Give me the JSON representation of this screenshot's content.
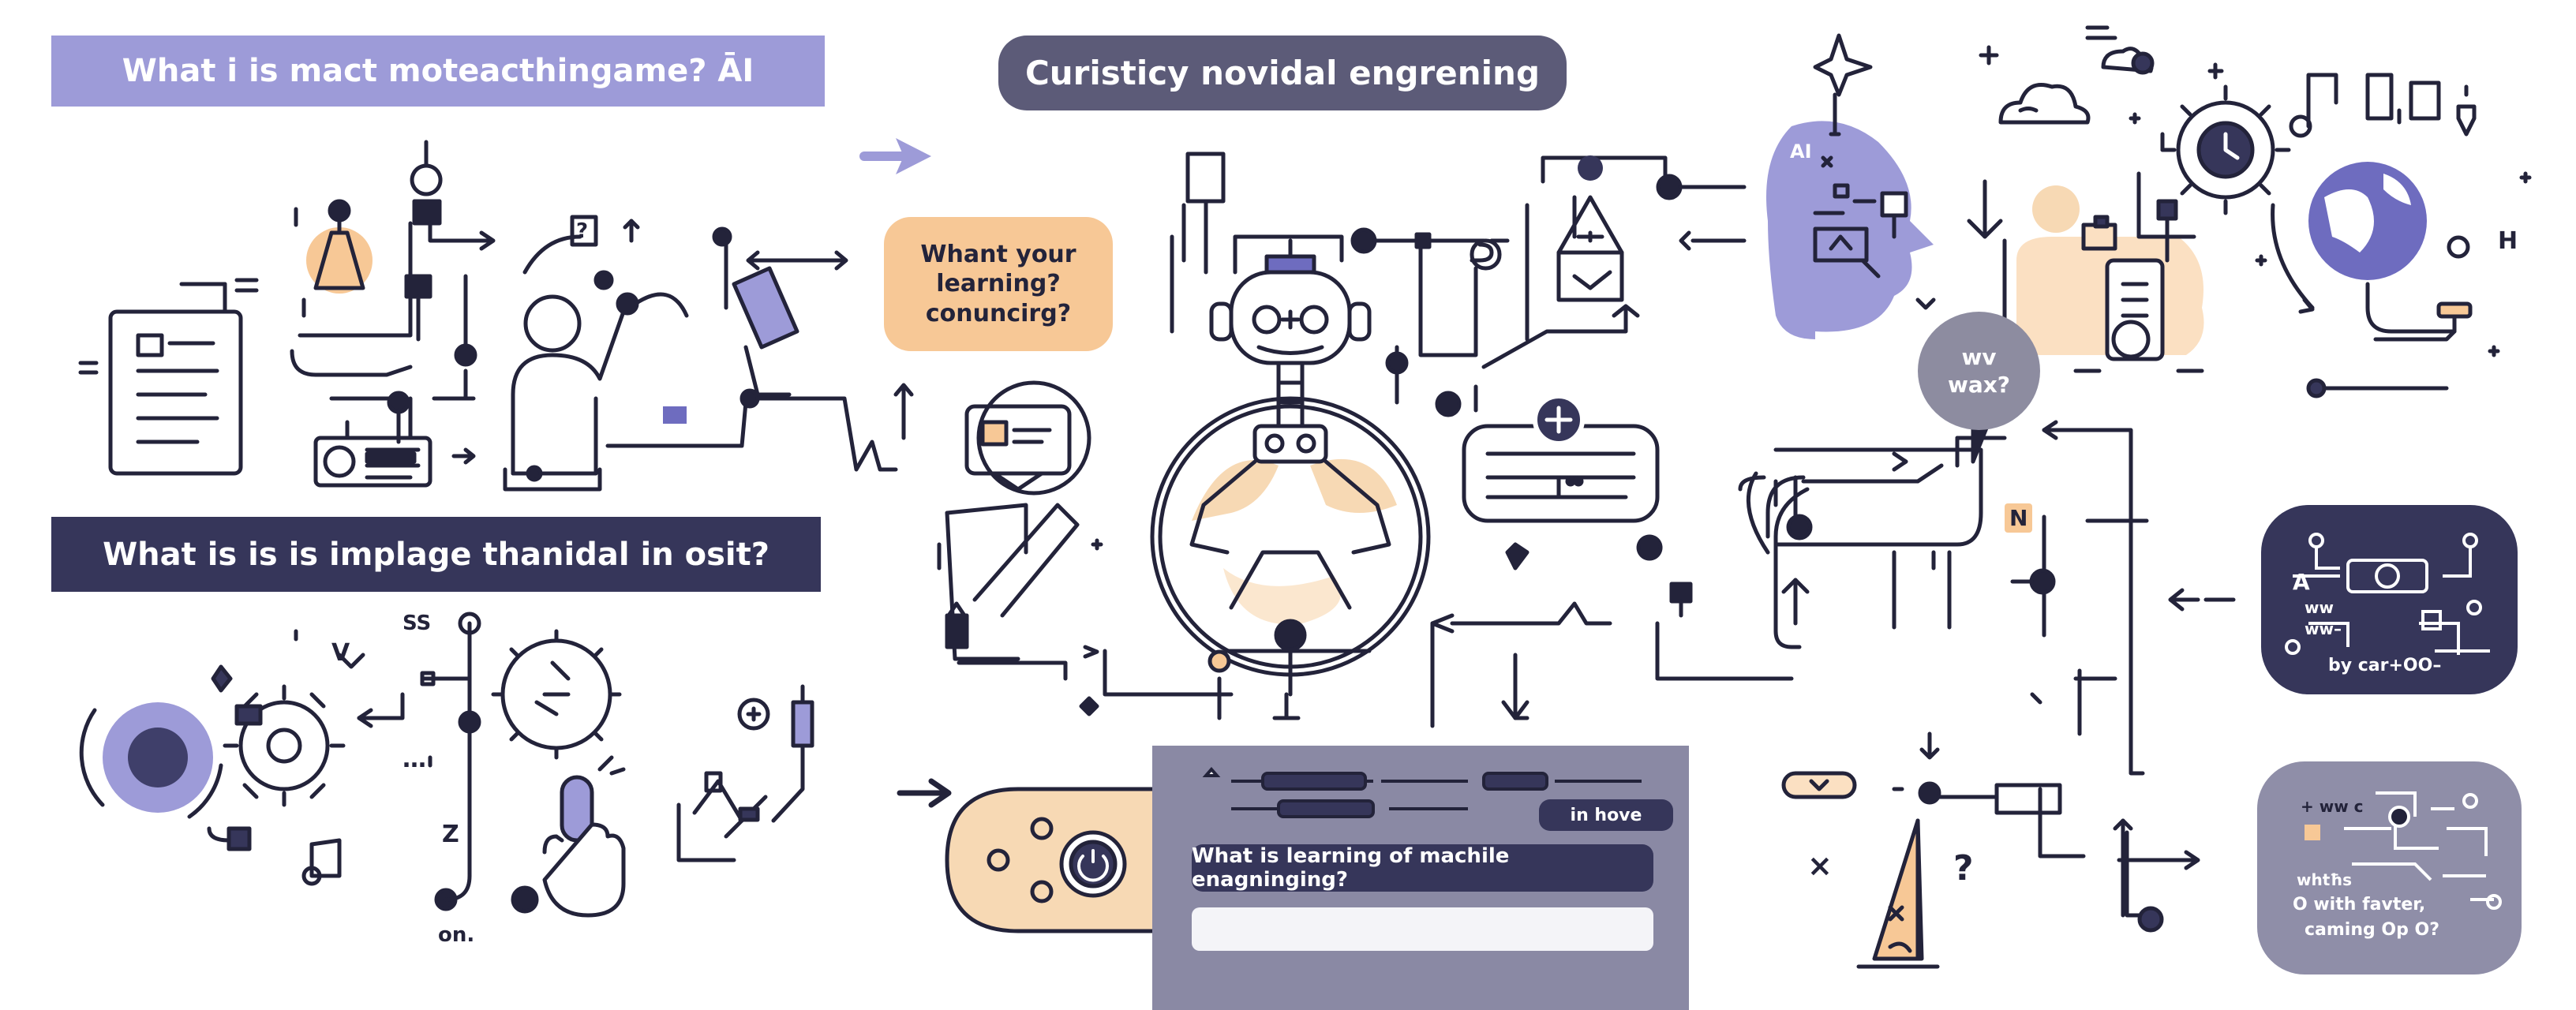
{
  "banners": {
    "top_left": "What i is mact moteacthingame? ĀI",
    "top_center": "Curisticy novidal engrening",
    "mid_left": "What is is is implage thanidal in osit?"
  },
  "bubbles": {
    "orange": "Whant your learning? conuncirg?",
    "grey": "wv wax?",
    "ai_head": "AI"
  },
  "panel": {
    "pill_small": "in hove",
    "question": "What is learning of machile enagninging?",
    "answer": ""
  },
  "cards": {
    "dark_right": [
      "A",
      "ww",
      "ww–",
      "by car+OO–"
    ],
    "lav_right": [
      "+ ww c",
      "whtħs",
      "O with favter,",
      "caming Op O?"
    ]
  },
  "labels": {
    "ss": "SS",
    "on": "on.",
    "n_badge": "N",
    "h_letter": "H",
    "x_mark": "×",
    "question_mark": "?",
    "z_mark": "Z",
    "v_mark": "V",
    "dots": "…",
    "q_box": "?"
  },
  "colors": {
    "purple": "#9d9bd8",
    "dark": "#36365a",
    "orange": "#f7c896",
    "grey": "#8a89a4",
    "line": "#23233a"
  }
}
